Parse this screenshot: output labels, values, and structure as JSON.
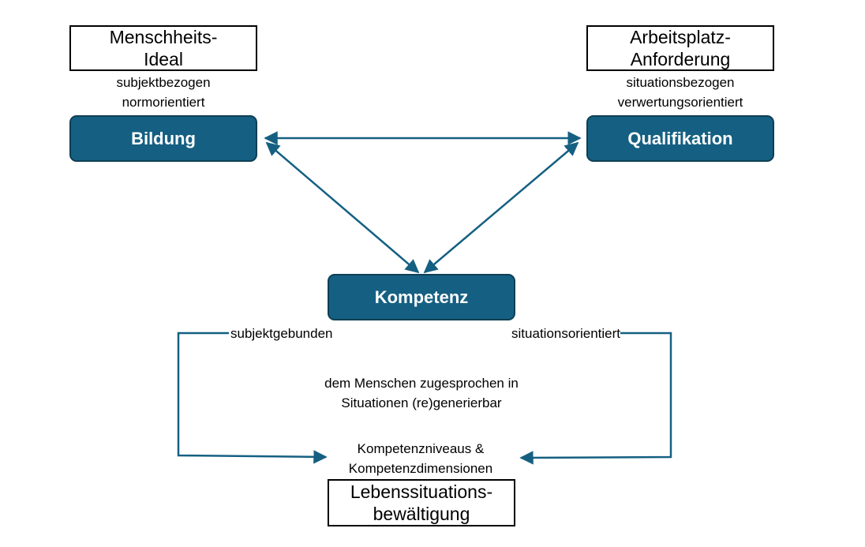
{
  "colors": {
    "node_fill": "#156082",
    "node_border": "#0f3f56",
    "arrow": "#156082",
    "node_text": "#ffffff"
  },
  "top_left": {
    "box_lines": [
      "Menschheits-",
      "Ideal"
    ],
    "caption_lines": [
      "subjektbezogen",
      "normorientiert"
    ],
    "node_label": "Bildung"
  },
  "top_right": {
    "box_lines": [
      "Arbeitsplatz-",
      "Anforderung"
    ],
    "caption_lines": [
      "situationsbezogen",
      "verwertungsorientiert"
    ],
    "node_label": "Qualifikation"
  },
  "center": {
    "node_label": "Kompetenz",
    "left_label": "subjektgebunden",
    "right_label": "situationsorientiert",
    "middle_lines": [
      "dem Menschen zugesprochen in",
      "Situationen (re)generierbar"
    ],
    "bottom_caption_lines": [
      "Kompetenzniveaus &",
      "Kompetenzdimensionen"
    ]
  },
  "bottom": {
    "box_lines": [
      "Lebenssituations-",
      "bewältigung"
    ]
  }
}
